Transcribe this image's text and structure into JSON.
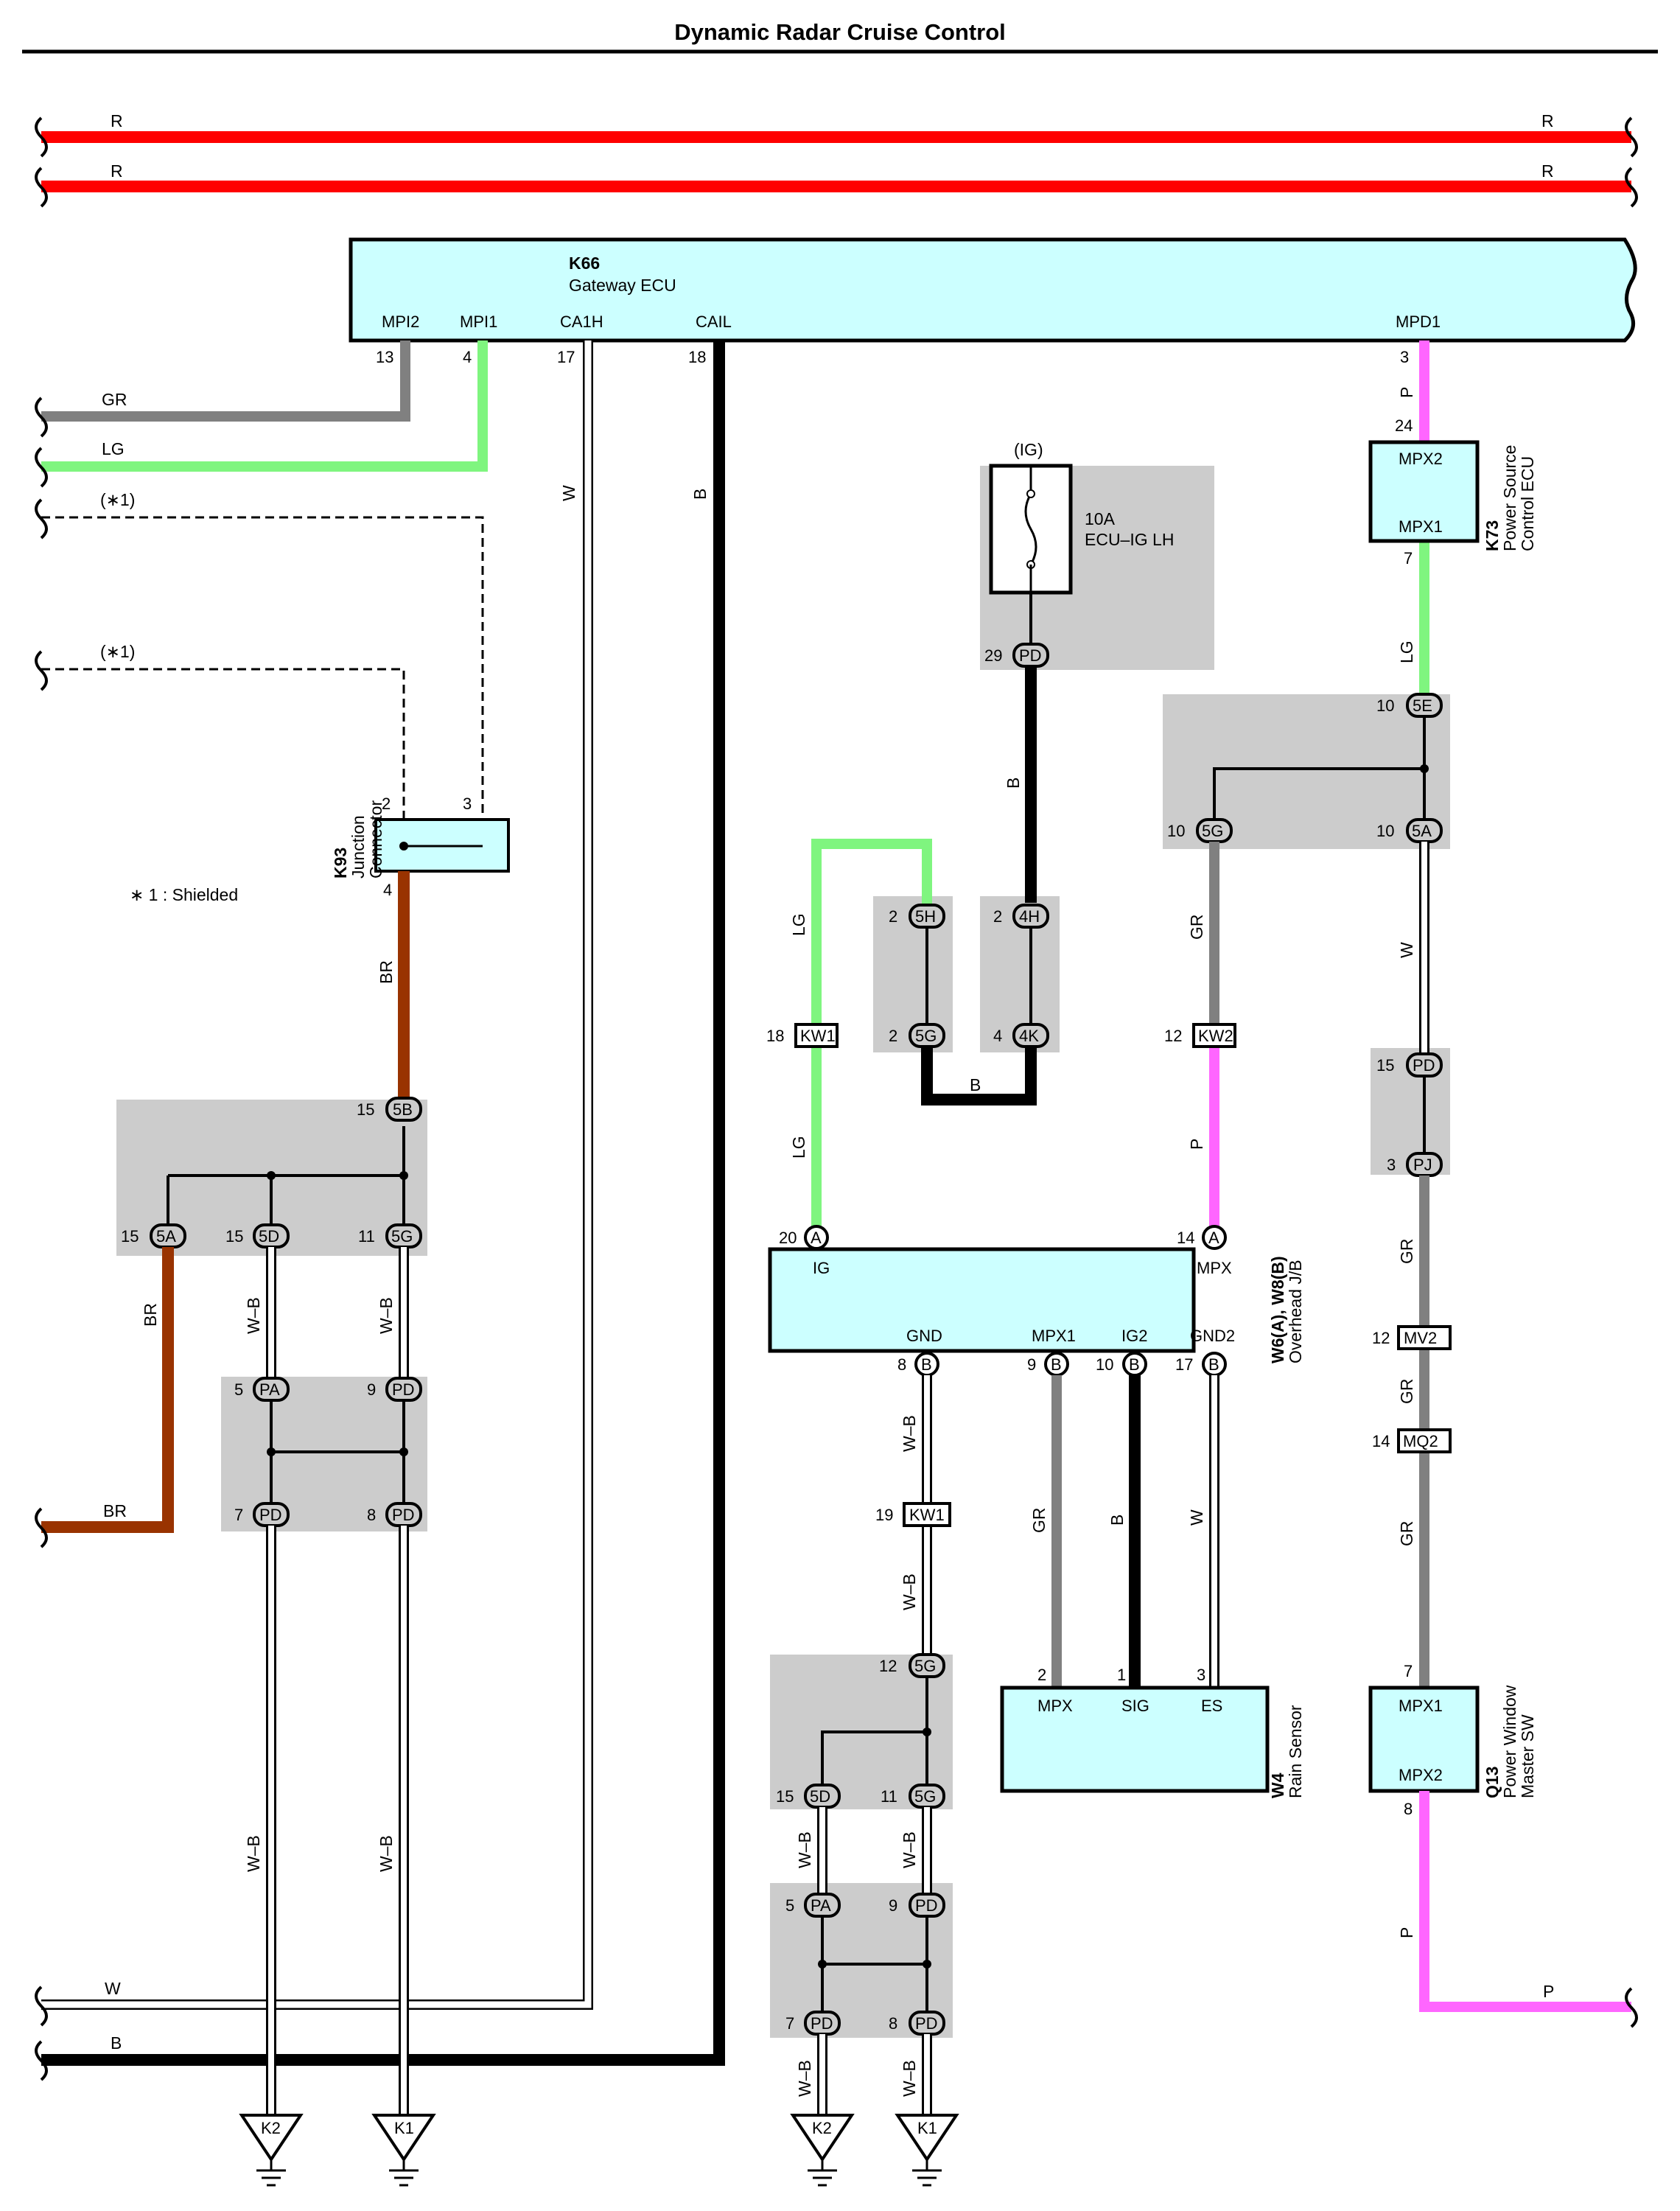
{
  "title": "Dynamic Radar Cruise Control",
  "note": "∗ 1 : Shielded",
  "colors": {
    "R": "#ff0000",
    "GR": "#808080",
    "LG": "#7ff57f",
    "B": "#000000",
    "W": "#ffffff",
    "BR": "#993300",
    "P": "#ff66ff",
    "W-B": "#ffffff",
    "ecu_fill": "#ccffff",
    "jb_gray": "#cccccc"
  },
  "wire_codes": {
    "R": "R",
    "GR": "GR",
    "LG": "LG",
    "W": "W",
    "B": "B",
    "BR": "BR",
    "P": "P",
    "WB": "W–B"
  },
  "shielded_mark": "(∗1)",
  "components": {
    "k66": {
      "code": "K66",
      "name": "Gateway ECU",
      "terminals": [
        "MPI2",
        "MPI1",
        "CA1H",
        "CAIL",
        "MPD1"
      ],
      "pins": [
        "13",
        "4",
        "17",
        "18",
        "3"
      ]
    },
    "k93": {
      "code": "K93",
      "name1": "Junction",
      "name2": "Connector",
      "pins": [
        "2",
        "3",
        "4"
      ]
    },
    "k73": {
      "code": "K73",
      "name1": "Power Source",
      "name2": "Control ECU",
      "terminals": [
        "MPX2",
        "MPX1"
      ],
      "pins": [
        "24",
        "7"
      ]
    },
    "w6": {
      "code": "W6(A), W8(B)",
      "name": "Overhead J/B",
      "terminals": [
        "IG",
        "MPX",
        "GND",
        "MPX1",
        "IG2",
        "GND2"
      ],
      "pins": [
        "20",
        "14",
        "8",
        "9",
        "10",
        "17"
      ],
      "connectors": [
        "A",
        "A",
        "B",
        "B",
        "B",
        "B"
      ]
    },
    "w4": {
      "code": "W4",
      "name": "Rain Sensor",
      "terminals": [
        "MPX",
        "SIG",
        "ES"
      ],
      "pins": [
        "2",
        "1",
        "3"
      ]
    },
    "q13": {
      "code": "Q13",
      "name1": "Power Window",
      "name2": "Master SW",
      "terminals": [
        "MPX1",
        "MPX2"
      ],
      "pins": [
        "7",
        "8"
      ]
    },
    "fuse": {
      "supply": "(IG)",
      "rating": "10A",
      "name": "ECU–IG LH",
      "pin": "29",
      "conn": "PD"
    }
  },
  "junction_pins": [
    {
      "pin": "15",
      "conn": "5B"
    },
    {
      "pin": "15",
      "conn": "5A"
    },
    {
      "pin": "15",
      "conn": "5D"
    },
    {
      "pin": "11",
      "conn": "5G"
    },
    {
      "pin": "5",
      "conn": "PA"
    },
    {
      "pin": "9",
      "conn": "PD"
    },
    {
      "pin": "7",
      "conn": "PD"
    },
    {
      "pin": "8",
      "conn": "PD"
    },
    {
      "pin": "2",
      "conn": "5H"
    },
    {
      "pin": "2",
      "conn": "5G"
    },
    {
      "pin": "2",
      "conn": "4H"
    },
    {
      "pin": "4",
      "conn": "4K"
    },
    {
      "pin": "10",
      "conn": "5E"
    },
    {
      "pin": "10",
      "conn": "5G"
    },
    {
      "pin": "10",
      "conn": "5A"
    },
    {
      "pin": "15",
      "conn": "PD"
    },
    {
      "pin": "3",
      "conn": "PJ"
    },
    {
      "pin": "12",
      "conn": "5G"
    },
    {
      "pin": "15",
      "conn": "5D"
    },
    {
      "pin": "11",
      "conn": "5G"
    },
    {
      "pin": "5",
      "conn": "PA"
    },
    {
      "pin": "9",
      "conn": "PD"
    },
    {
      "pin": "7",
      "conn": "PD"
    },
    {
      "pin": "8",
      "conn": "PD"
    }
  ],
  "inline_connectors": [
    {
      "pin": "18",
      "code": "KW1"
    },
    {
      "pin": "12",
      "code": "KW2"
    },
    {
      "pin": "19",
      "code": "KW1"
    },
    {
      "pin": "12",
      "code": "MV2"
    },
    {
      "pin": "14",
      "code": "MQ2"
    }
  ],
  "grounds": [
    "K2",
    "K1",
    "K2",
    "K1"
  ]
}
